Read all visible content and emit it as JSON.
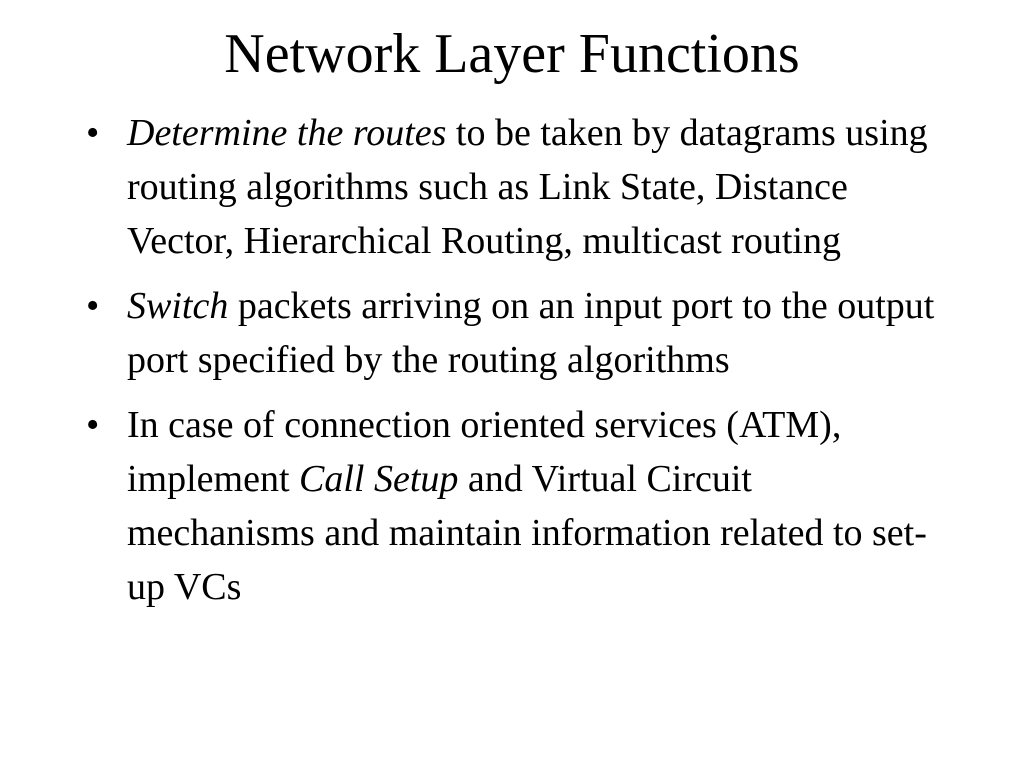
{
  "slide": {
    "title": "Network Layer Functions",
    "bullet_symbol": "•",
    "bullets": [
      {
        "parts": [
          {
            "text": "Determine the routes",
            "italic": true
          },
          {
            "text": " to be taken by datagrams using routing algorithms such as Link State, Distance Vector, Hierarchical Routing, multicast routing",
            "italic": false
          }
        ]
      },
      {
        "parts": [
          {
            "text": "Switch",
            "italic": true
          },
          {
            "text": " packets arriving on an input port to the output port specified by the routing algorithms",
            "italic": false
          }
        ]
      },
      {
        "parts": [
          {
            "text": "In case of connection oriented services (ATM), implement ",
            "italic": false
          },
          {
            "text": "Call Setup",
            "italic": true
          },
          {
            "text": " and Virtual Circuit mechanisms and maintain information related to set-up VCs",
            "italic": false
          }
        ]
      }
    ]
  }
}
